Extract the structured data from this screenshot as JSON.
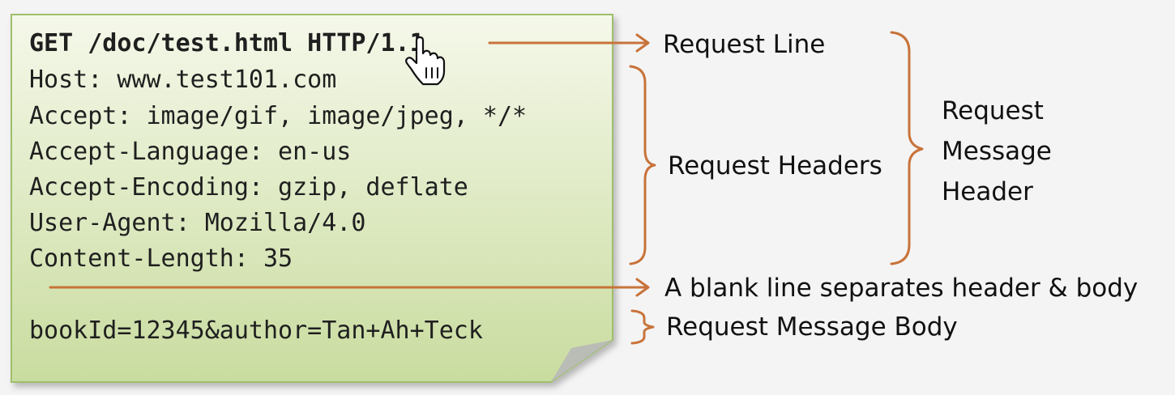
{
  "request": {
    "request_line": "GET /doc/test.html HTTP/1.1",
    "headers": [
      "Host: www.test101.com",
      "Accept: image/gif, image/jpeg, */*",
      "Accept-Language: en-us",
      "Accept-Encoding: gzip, deflate",
      "User-Agent: Mozilla/4.0",
      "Content-Length: 35"
    ],
    "body": "bookId=12345&author=Tan+Ah+Teck"
  },
  "labels": {
    "request_line": "Request Line",
    "request_headers": "Request Headers",
    "message_header": [
      "Request",
      "Message",
      "Header"
    ],
    "blank_line": "A blank line separates header & body",
    "message_body": "Request Message Body"
  },
  "colors": {
    "note_fill_top": "#f5f8ea",
    "note_fill_bottom": "#c9dc9f",
    "note_border": "#9fbf6c",
    "arrow": "#c8733a",
    "fold": "#b8b8b8"
  },
  "icons": {
    "cursor": "hand-pointer-icon"
  }
}
